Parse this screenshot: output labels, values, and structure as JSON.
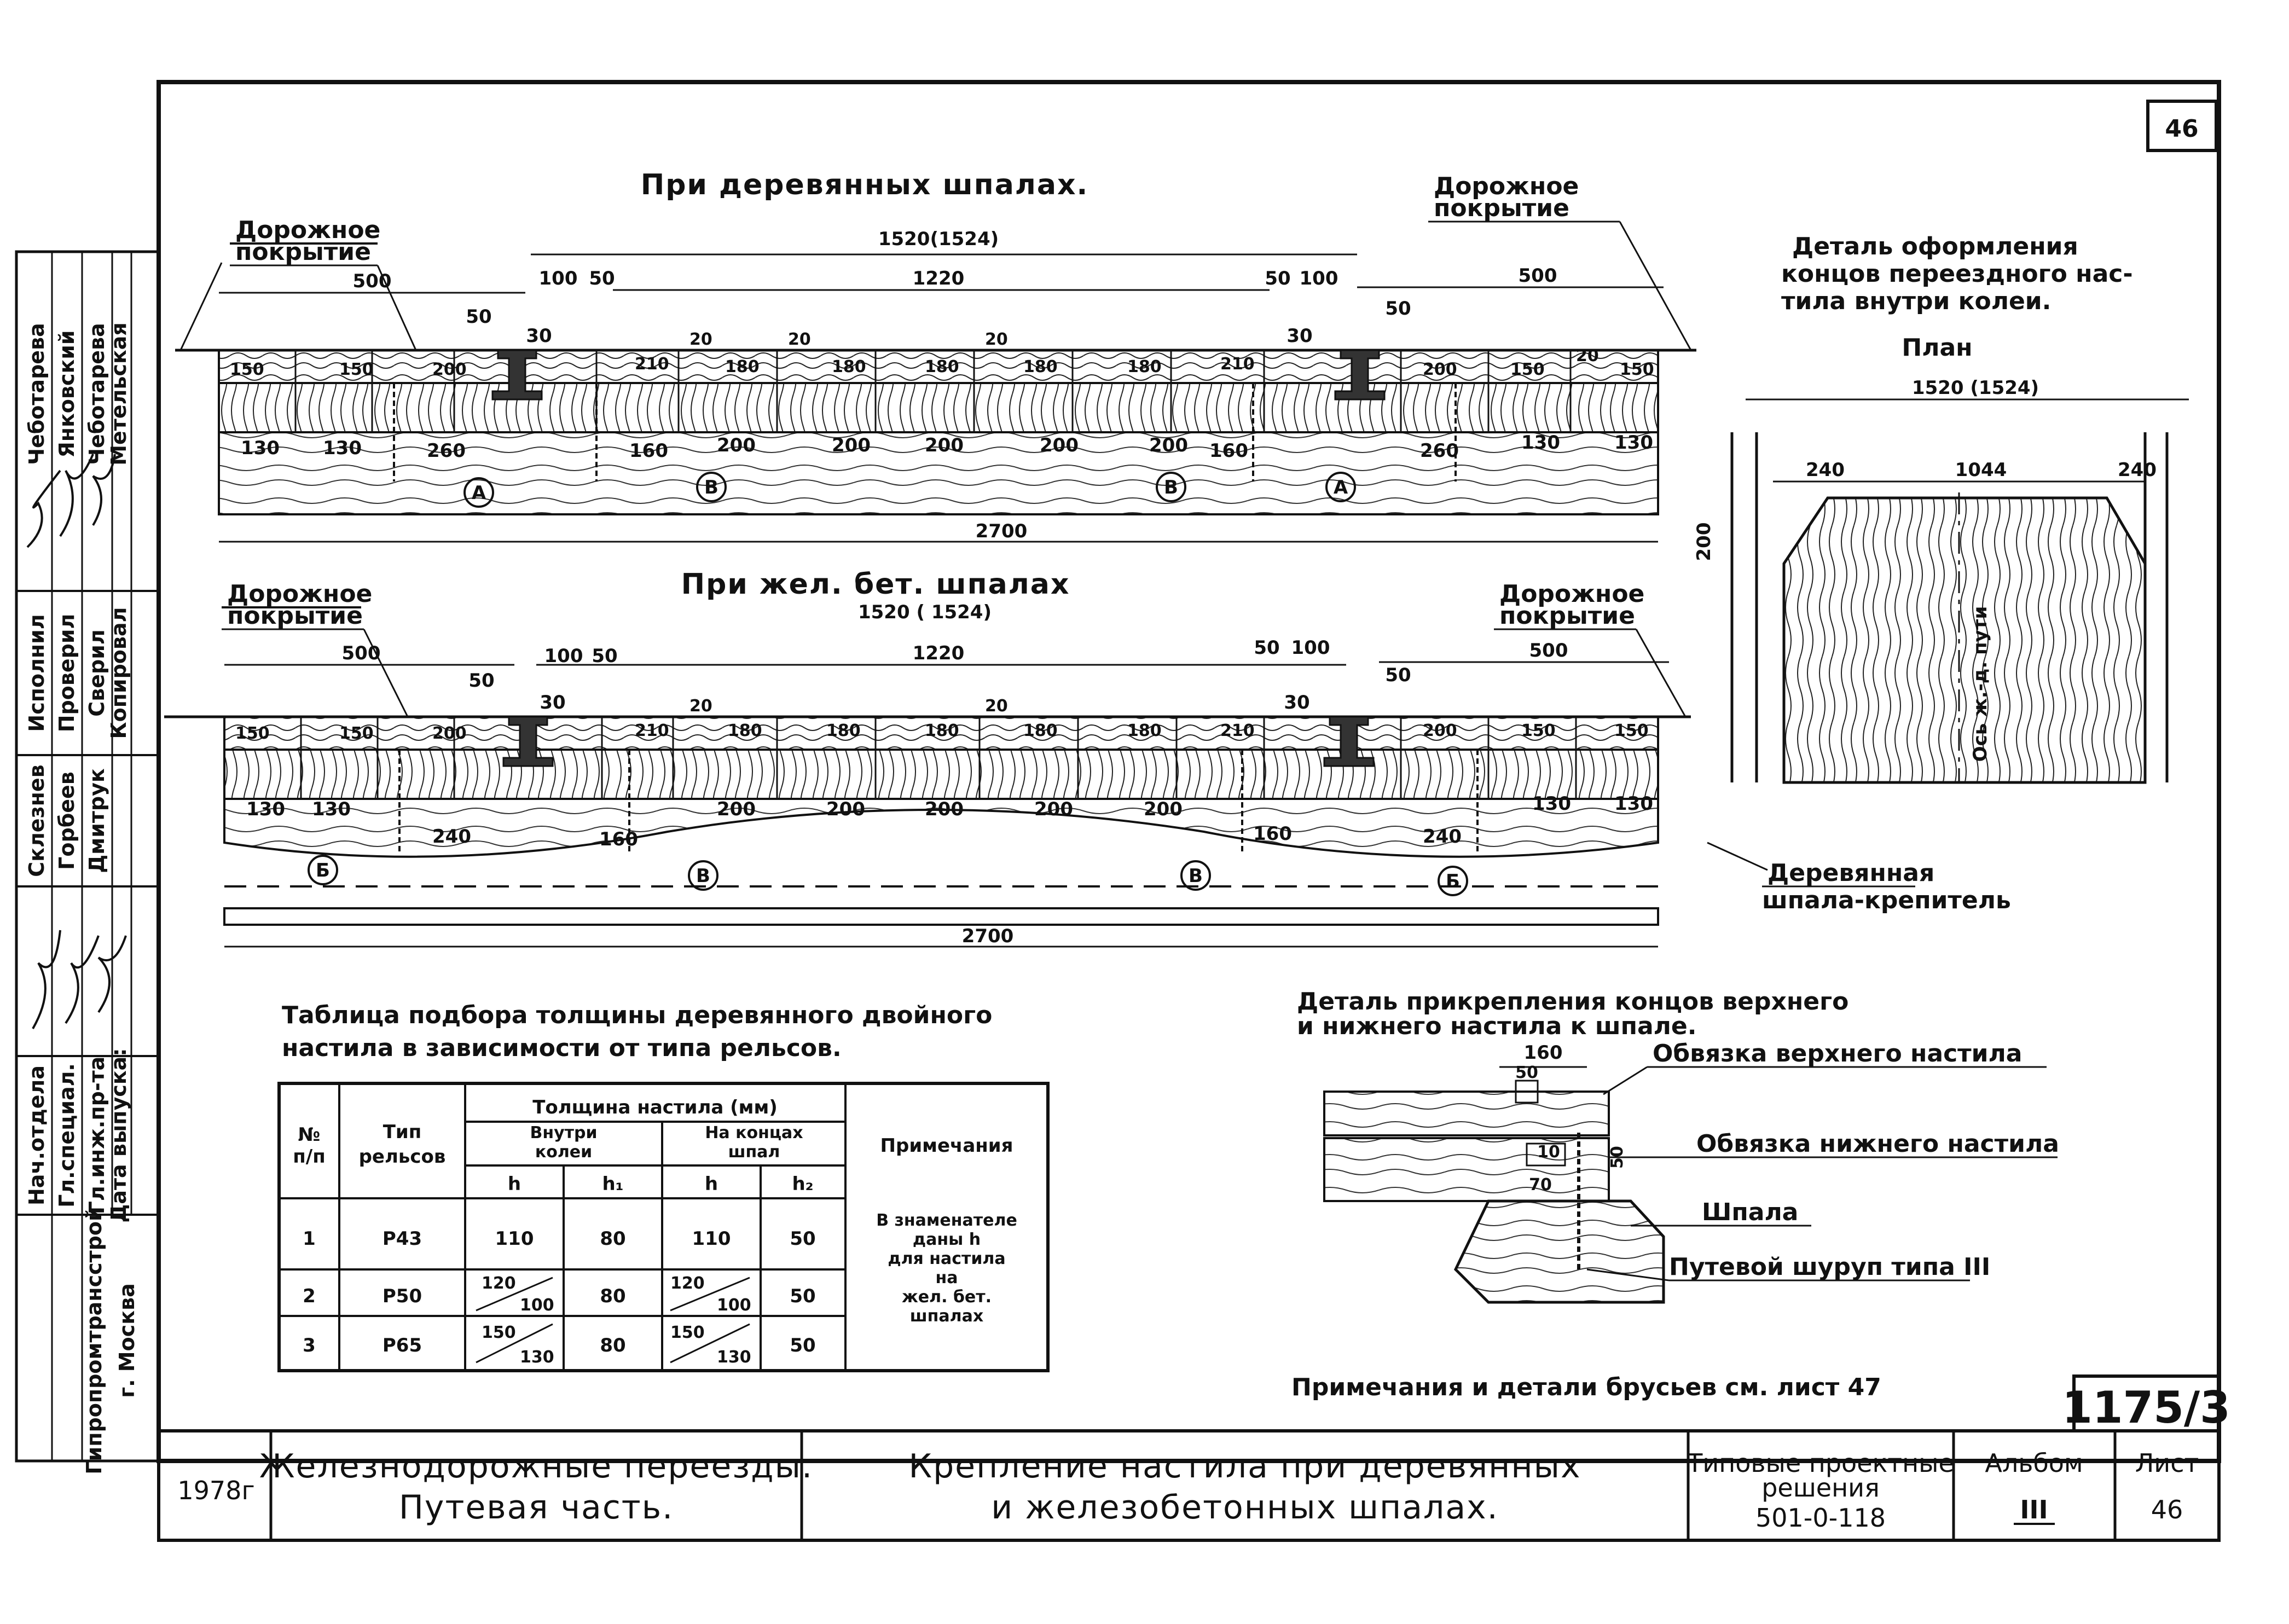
{
  "sheet": {
    "number_box": "46",
    "drawing_code": "1175/3",
    "note": "Примечания и детали брусьев см. лист 47"
  },
  "wood_section": {
    "title": "При деревянных шпалах.",
    "road_left": [
      "Дорожное",
      "покрытие"
    ],
    "road_right": [
      "Дорожное",
      "покрытие"
    ],
    "dims_top": [
      "1520(1524)",
      "1220",
      "500",
      "500",
      "100",
      "50",
      "50",
      "100",
      "50",
      "50",
      "30",
      "30"
    ],
    "boards": [
      "150",
      "150",
      "200",
      "210",
      "20",
      "180",
      "20",
      "180",
      "180",
      "20",
      "180",
      "180",
      "210",
      "200",
      "150",
      "20",
      "150"
    ],
    "dims_bottom": [
      "130",
      "130",
      "260",
      "160",
      "200",
      "200",
      "200",
      "200",
      "200",
      "160",
      "260",
      "130",
      "130",
      "2700"
    ],
    "markers": [
      "A",
      "B",
      "B",
      "A"
    ]
  },
  "concrete_section": {
    "title": "При жел. бет. шпалах",
    "span": "1520 ( 1524)",
    "road_left": [
      "Дорожное",
      "покрытие"
    ],
    "road_right": [
      "Дорожное",
      "покрытие"
    ],
    "dims_top": [
      "1220",
      "500",
      "500",
      "100",
      "50",
      "50",
      "100",
      "50",
      "50",
      "30",
      "30"
    ],
    "boards": [
      "150",
      "150",
      "200",
      "210",
      "20",
      "180",
      "180",
      "180",
      "20",
      "180",
      "180",
      "210",
      "200",
      "150",
      "150"
    ],
    "dims_bottom": [
      "130",
      "130",
      "240",
      "160",
      "200",
      "200",
      "200",
      "200",
      "200",
      "160",
      "240",
      "130",
      "130",
      "2700"
    ],
    "markers": [
      "Б",
      "В",
      "В",
      "Б"
    ]
  },
  "detail_plan": {
    "title_lines": [
      "Деталь оформления",
      "концов переездного нас-",
      "тила внутри колеи."
    ],
    "subtitle": "План",
    "span": "1520 (1524)",
    "dims": [
      "240",
      "1044",
      "240",
      "200"
    ],
    "axis_label": "Ось ж.-д. пути",
    "callout": [
      "Деревянная",
      "шпала-крепитель"
    ]
  },
  "detail_fix": {
    "title_lines": [
      "Деталь прикрепления концов верхнего",
      "и нижнего настила к шпале."
    ],
    "dims": [
      "160",
      "50",
      "50",
      "10",
      "70"
    ],
    "callouts": [
      "Обвязка верхнего настила",
      "Обвязка нижнего настила",
      "Шпала",
      "Путевой шуруп типа III"
    ]
  },
  "table": {
    "title_lines": [
      "Таблица подбора толщины деревянного двойного",
      "настила в зависимости от типа рельсов."
    ],
    "head": {
      "num": [
        "№",
        "п/п"
      ],
      "type": [
        "Тип",
        "рельсов"
      ],
      "thickness": "Толщина настила (мм)",
      "inside": [
        "Внутри",
        "колеи"
      ],
      "ends": [
        "На концах",
        "шпал"
      ],
      "h": "h",
      "h1": "h₁",
      "h2": "h₂",
      "note": "Примечания"
    },
    "rows": [
      {
        "n": "1",
        "type": "Р43",
        "h_in": "110",
        "h1": "80",
        "h_end": "110",
        "h2": "50"
      },
      {
        "n": "2",
        "type": "Р50",
        "h_in_top": "120",
        "h_in_bot": "100",
        "h1": "80",
        "h_end_top": "120",
        "h_end_bot": "100",
        "h2": "50"
      },
      {
        "n": "3",
        "type": "Р65",
        "h_in_top": "150",
        "h_in_bot": "130",
        "h1": "80",
        "h_end_top": "150",
        "h_end_bot": "130",
        "h2": "50"
      }
    ],
    "note_lines": [
      "В знаменателе",
      "даны h",
      "для настила",
      "на",
      "жел. бет.",
      "шпалах"
    ]
  },
  "side_stamp": {
    "org": "Гипропромтрансстрой",
    "city": "г. Москва",
    "roles_top": [
      "Чеботарева",
      "Янковский",
      "Чеботарева",
      "Метельская"
    ],
    "roles_mid": [
      "Исполнил",
      "Проверил",
      "Сверил",
      "Копировал"
    ],
    "roles_bottom": [
      "Склезнев",
      "Горбеев",
      "Дмитрук"
    ],
    "roles_low": [
      "Нач.отдела",
      "Гл.специал.",
      "Гл.инж.пр-та",
      "Дата выпуска:"
    ]
  },
  "title_block": {
    "year": "1978г",
    "project_lines": [
      "Железнодорожные переезды.",
      "Путевая часть."
    ],
    "sheet_title_lines": [
      "Крепление настила при деревянных",
      "и железобетонных шпалах."
    ],
    "typical_lines": [
      "Типовые проектные",
      "решения",
      "501-0-118"
    ],
    "album_label": "Альбом",
    "album_value": "III",
    "sheet_label": "Лист",
    "sheet_value": "46"
  }
}
